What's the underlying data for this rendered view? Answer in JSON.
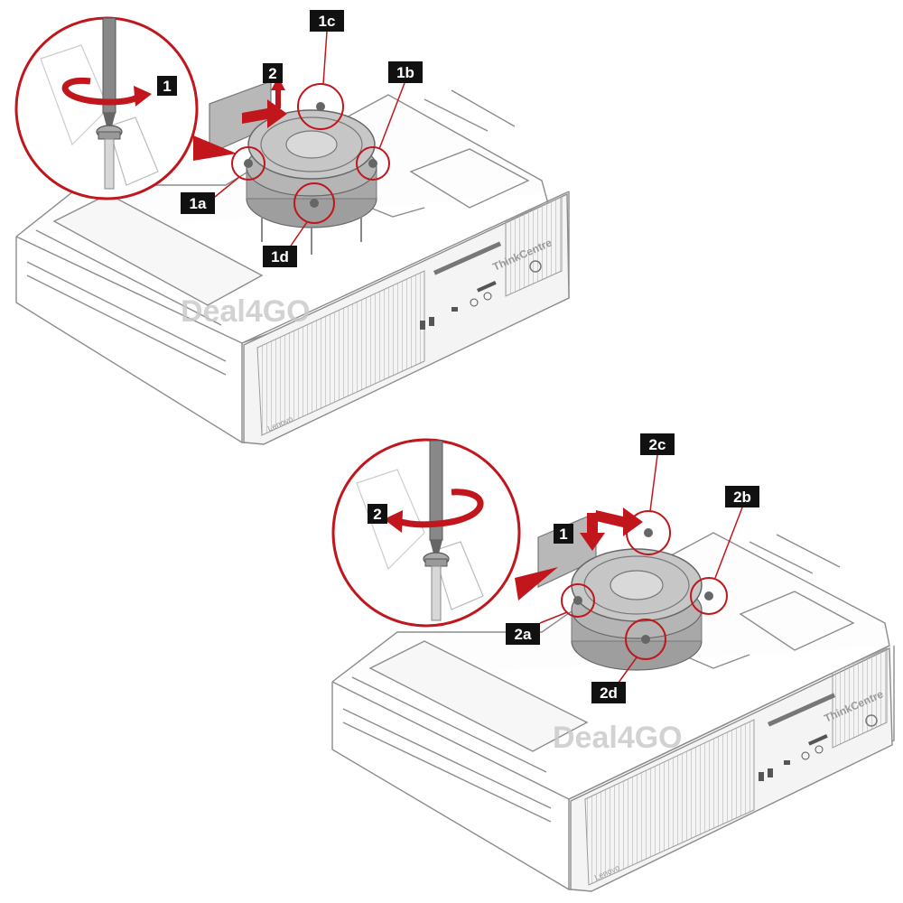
{
  "colors": {
    "accent": "#c0161c",
    "badge_bg": "#111111",
    "line": "#8c8c8c",
    "fan_fill": "#bdbdbd",
    "watermark": "#c8c8c8"
  },
  "removal_view": {
    "badges": {
      "step": "1",
      "arrow": "2",
      "screw_a": "1a",
      "screw_b": "1b",
      "screw_c": "1c",
      "screw_d": "1d"
    },
    "watermark": "Deal4GO",
    "brand": "ThinkCentre",
    "logo": "Lenovo"
  },
  "install_view": {
    "badges": {
      "step": "2",
      "arrow": "1",
      "screw_a": "2a",
      "screw_b": "2b",
      "screw_c": "2c",
      "screw_d": "2d"
    },
    "watermark": "Deal4GO",
    "brand": "ThinkCentre",
    "logo": "Lenovo"
  }
}
